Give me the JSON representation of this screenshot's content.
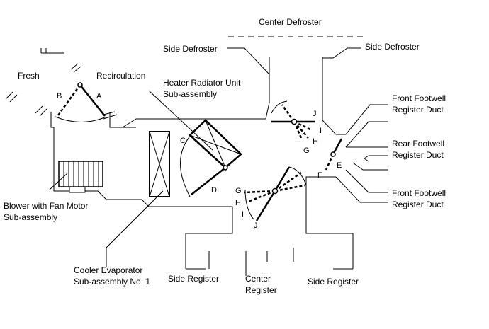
{
  "labels": {
    "center_defroster": "Center Defroster",
    "side_defroster_left": "Side Defroster",
    "side_defroster_right": "Side Defroster",
    "fresh": "Fresh",
    "recirculation": "Recirculation",
    "heater_line1": "Heater Radiator Unit",
    "heater_line2": "Sub-assembly",
    "front_footwell_top_line1": "Front Footwell",
    "front_footwell_top_line2": "Register Duct",
    "rear_footwell_line1": "Rear Footwell",
    "rear_footwell_line2": "Register Duct",
    "front_footwell_bottom_line1": "Front Footwell",
    "front_footwell_bottom_line2": "Register Duct",
    "blower_line1": "Blower with Fan Motor",
    "blower_line2": "Sub-assembly",
    "cooler_line1": "Cooler Evaporator",
    "cooler_line2": "Sub-assembly No. 1",
    "side_register_left": "Side Register",
    "center_register_line1": "Center",
    "center_register_line2": "Register",
    "side_register_right": "Side Register"
  },
  "damper_letters": {
    "a": "A",
    "b": "B",
    "c": "C",
    "d": "D",
    "j_top": "J",
    "i_top": "I",
    "h_top": "H",
    "g_top": "G",
    "e": "E",
    "f": "F",
    "g_bot": "G",
    "h_bot": "H",
    "i_bot": "I",
    "j_bot": "J"
  }
}
